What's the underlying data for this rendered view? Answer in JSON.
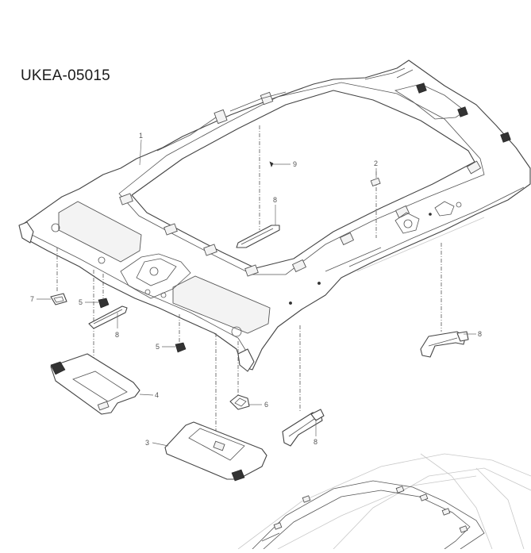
{
  "diagram": {
    "drawing_code": "UKEA-05015",
    "callouts": [
      {
        "id": "c1",
        "label": "1"
      },
      {
        "id": "c2",
        "label": "2"
      },
      {
        "id": "c3",
        "label": "3"
      },
      {
        "id": "c4",
        "label": "4"
      },
      {
        "id": "c5a",
        "label": "5"
      },
      {
        "id": "c5b",
        "label": "5"
      },
      {
        "id": "c6",
        "label": "6"
      },
      {
        "id": "c7",
        "label": "7"
      },
      {
        "id": "c8a",
        "label": "8"
      },
      {
        "id": "c8b",
        "label": "8"
      },
      {
        "id": "c8c",
        "label": "8"
      },
      {
        "id": "c8d",
        "label": "8"
      },
      {
        "id": "c9",
        "label": "9"
      }
    ]
  }
}
